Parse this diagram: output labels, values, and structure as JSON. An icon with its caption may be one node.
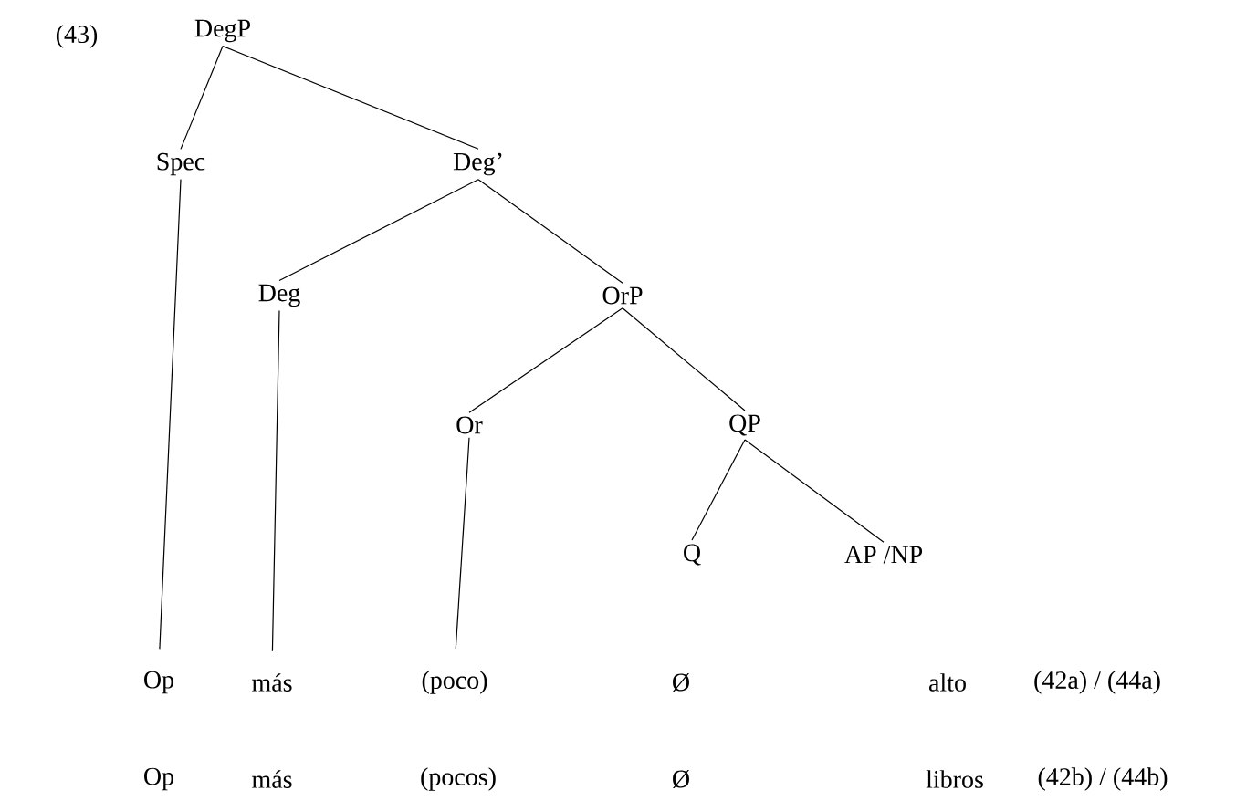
{
  "diagram": {
    "nodes": [
      {
        "text": [
          "DegP"
        ]
      },
      {
        "text": [
          "Spec"
        ]
      },
      {
        "text": [
          "Deg’"
        ]
      },
      {
        "text": [
          "Deg"
        ]
      },
      {
        "text": [
          "OrP"
        ]
      },
      {
        "text": [
          "Or"
        ]
      },
      {
        "text": [
          "QP"
        ]
      },
      {
        "text": [
          "Q"
        ]
      },
      {
        "text": [
          "AP /NP"
        ]
      },
      {
        "text": [
          "Op"
        ]
      },
      {
        "text": [
          "más"
        ]
      },
      {
        "text": [
          "(poco)"
        ]
      }
    ],
    "edges": [
      {
        "from": 0,
        "to": 1,
        "arrow": "none"
      },
      {
        "from": 0,
        "to": 2,
        "arrow": "none"
      },
      {
        "from": 2,
        "to": 3,
        "arrow": "none"
      },
      {
        "from": 2,
        "to": 4,
        "arrow": "none"
      },
      {
        "from": 4,
        "to": 5,
        "arrow": "none"
      },
      {
        "from": 4,
        "to": 6,
        "arrow": "none"
      },
      {
        "from": 6,
        "to": 7,
        "arrow": "none"
      },
      {
        "from": 6,
        "to": 8,
        "arrow": "none"
      },
      {
        "from": 1,
        "to": 9,
        "arrow": "none"
      },
      {
        "from": 3,
        "to": 10,
        "arrow": "none"
      },
      {
        "from": 5,
        "to": 11,
        "arrow": "none"
      }
    ],
    "labels": [
      "(43)",
      "Ø",
      "alto",
      "(42a) / (44a)",
      "Op",
      "más",
      "(pocos)",
      "Ø",
      "libros",
      "(42b) / (44b)"
    ]
  }
}
